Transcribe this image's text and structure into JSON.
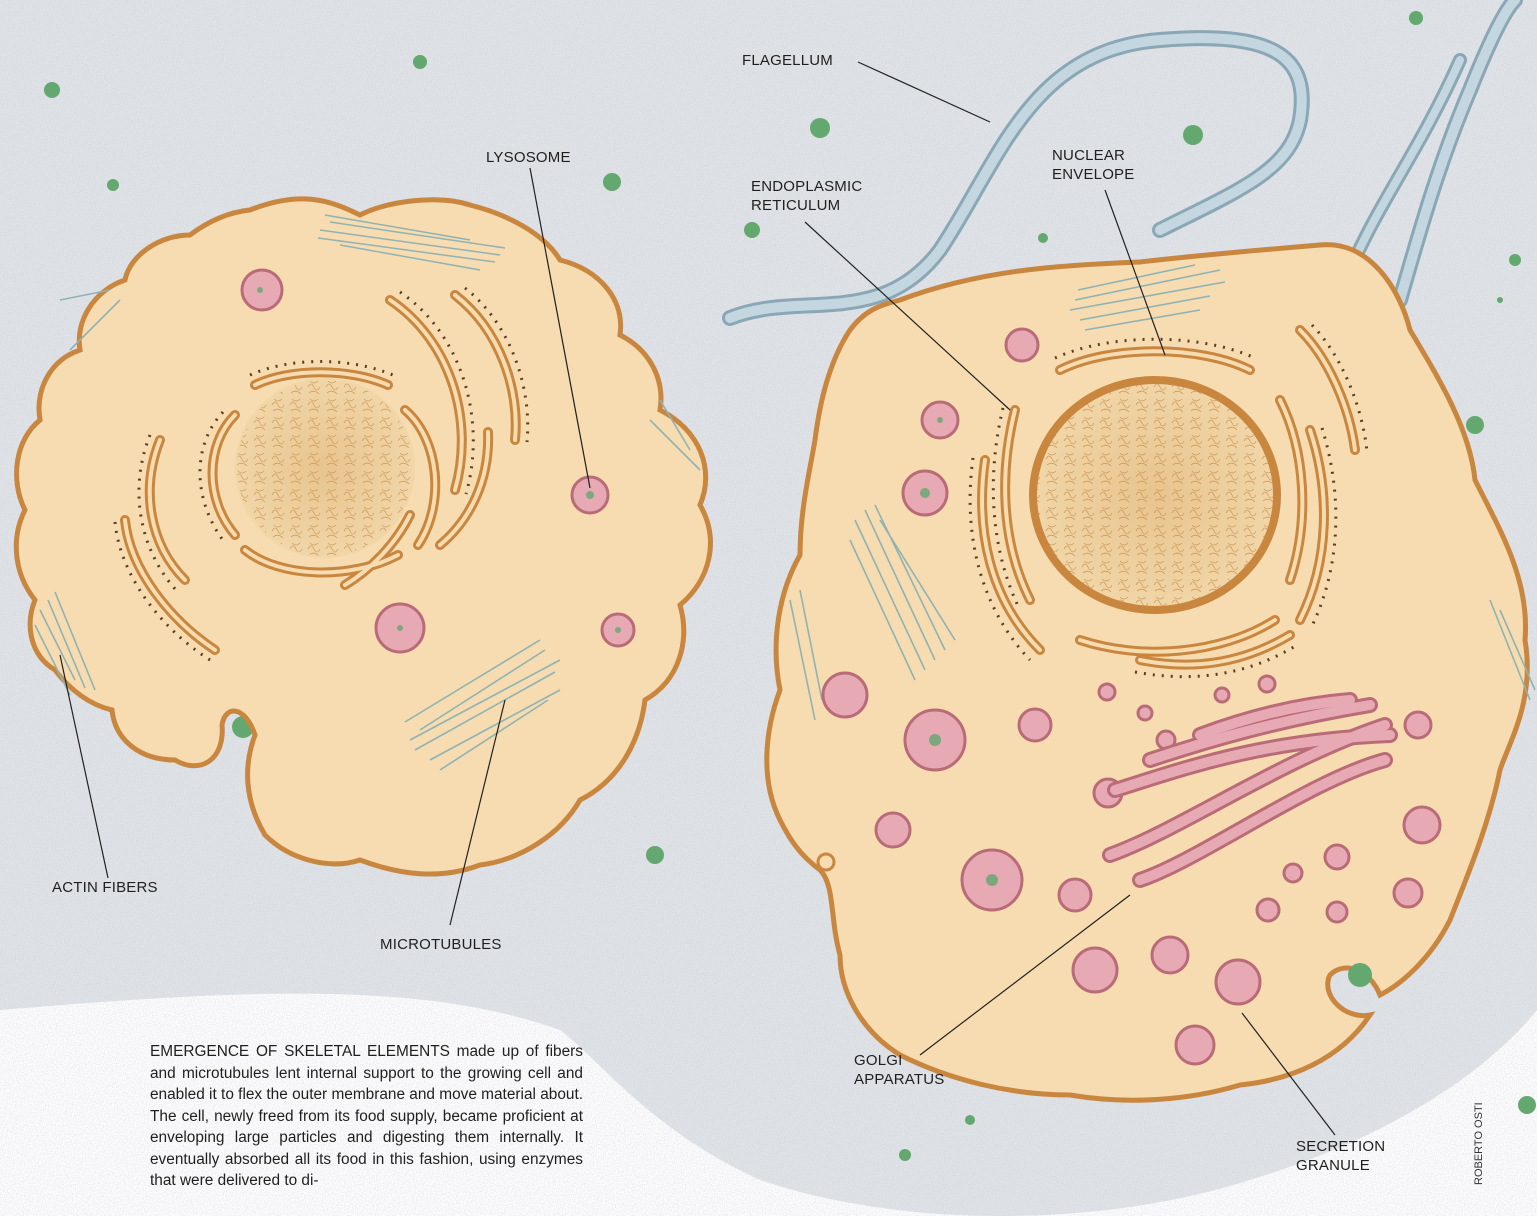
{
  "labels": {
    "flagellum": "FLAGELLUM",
    "lysosome": "LYSOSOME",
    "endoplasmic_reticulum": [
      "ENDOPLASMIC",
      "RETICULUM"
    ],
    "nuclear_envelope": [
      "NUCLEAR",
      "ENVELOPE"
    ],
    "actin_fibers": "ACTIN FIBERS",
    "microtubules": "MICROTUBULES",
    "golgi_apparatus": [
      "GOLGI",
      "APPARATUS"
    ],
    "secretion_granule": [
      "SECRETION",
      "GRANULE"
    ]
  },
  "caption": {
    "lead": "EMERGENCE OF SKELETAL ELEMENTS",
    "text": " made up of fibers and microtubules lent internal support to the growing cell and enabled it to flex the outer membrane and move material about. The cell, newly freed from its food supply, became proficient at enveloping large particles and digesting them internally. It eventually absorbed all its food in this fashion, using enzymes that were delivered to di-"
  },
  "credit": "ROBERTO OSTI",
  "colors": {
    "background": "#dfe2e6",
    "cytoplasm": "#f6dcb0",
    "membrane": "#c9863f",
    "organelle_pink": "#e7aab4",
    "fiber": "#8fb3b3",
    "flagellum": "#b5ccd8",
    "speck": "#5fa86c"
  }
}
